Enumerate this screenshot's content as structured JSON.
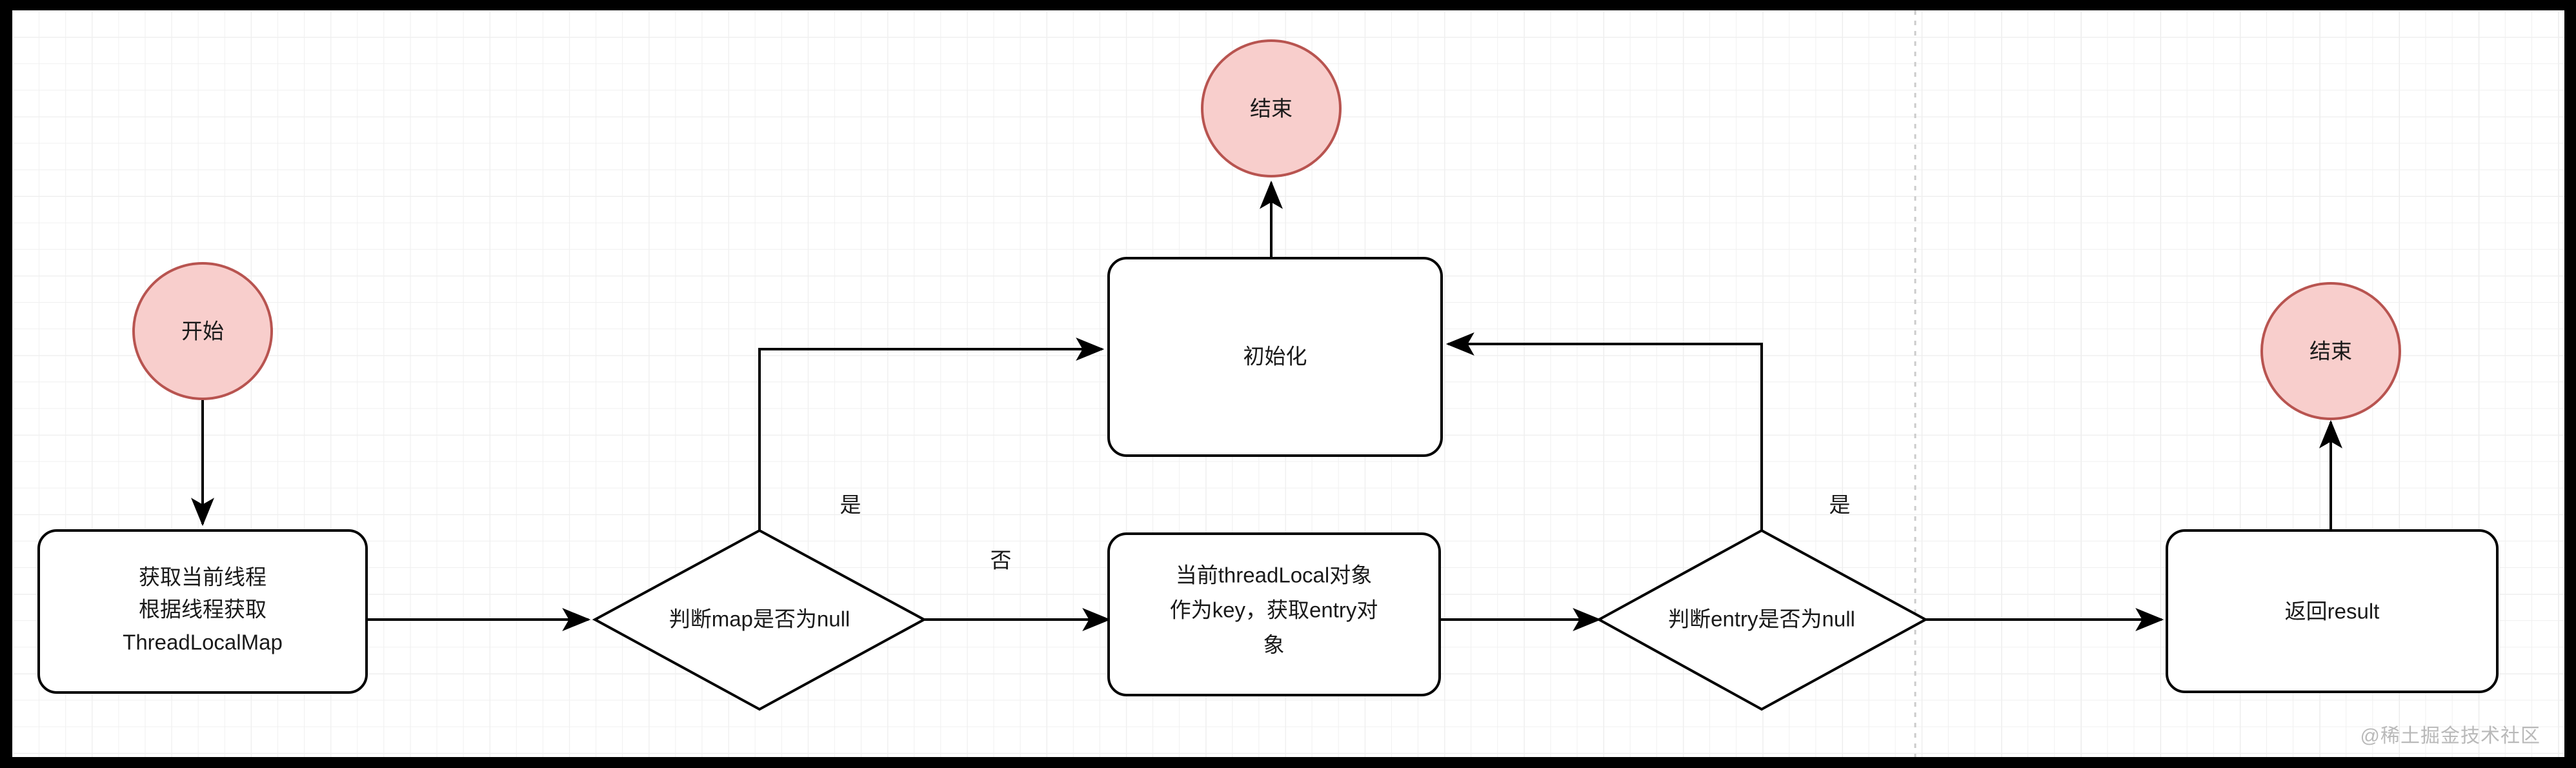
{
  "diagram": {
    "type": "flowchart",
    "title_text": "",
    "watermark": "@稀土掘金技术社区",
    "colors": {
      "terminal_fill": "#f8cecc",
      "terminal_stroke": "#b85450",
      "node_fill": "#ffffff",
      "node_stroke": "#000000",
      "text": "#1a1a1a",
      "grid_minor": "#f0f0f0",
      "grid_major": "#e2e2e2",
      "page_break": "#cccccc",
      "canvas_background": "#ffffff",
      "outer_background": "#000000"
    },
    "nodes": [
      {
        "id": "start",
        "shape": "ellipse",
        "label": "开始"
      },
      {
        "id": "get-map",
        "shape": "rounded-rect",
        "label_line1": "获取当前线程",
        "label_line2": "根据线程获取",
        "label_line3": "ThreadLocalMap"
      },
      {
        "id": "map-null",
        "shape": "diamond",
        "label": "判断map是否为null"
      },
      {
        "id": "init",
        "shape": "rounded-rect",
        "label": "初始化"
      },
      {
        "id": "end-top",
        "shape": "ellipse",
        "label": "结束"
      },
      {
        "id": "get-entry",
        "shape": "rounded-rect",
        "label_line1": "当前threadLocal对象",
        "label_line2": "作为key，获取entry对",
        "label_line3": "象"
      },
      {
        "id": "entry-null",
        "shape": "diamond",
        "label": "判断entry是否为null"
      },
      {
        "id": "return",
        "shape": "rounded-rect",
        "label": "返回result"
      },
      {
        "id": "end-right",
        "shape": "ellipse",
        "label": "结束"
      }
    ],
    "edges": [
      {
        "from": "start",
        "to": "get-map",
        "label": ""
      },
      {
        "from": "get-map",
        "to": "map-null",
        "label": ""
      },
      {
        "from": "map-null",
        "to": "init",
        "label": "是"
      },
      {
        "from": "map-null",
        "to": "get-entry",
        "label": "否"
      },
      {
        "from": "init",
        "to": "end-top",
        "label": ""
      },
      {
        "from": "get-entry",
        "to": "entry-null",
        "label": ""
      },
      {
        "from": "entry-null",
        "to": "init",
        "label": "是"
      },
      {
        "from": "entry-null",
        "to": "return",
        "label": ""
      },
      {
        "from": "return",
        "to": "end-right",
        "label": ""
      }
    ],
    "edge_labels": {
      "map_yes": "是",
      "map_no": "否",
      "entry_yes": "是"
    }
  }
}
